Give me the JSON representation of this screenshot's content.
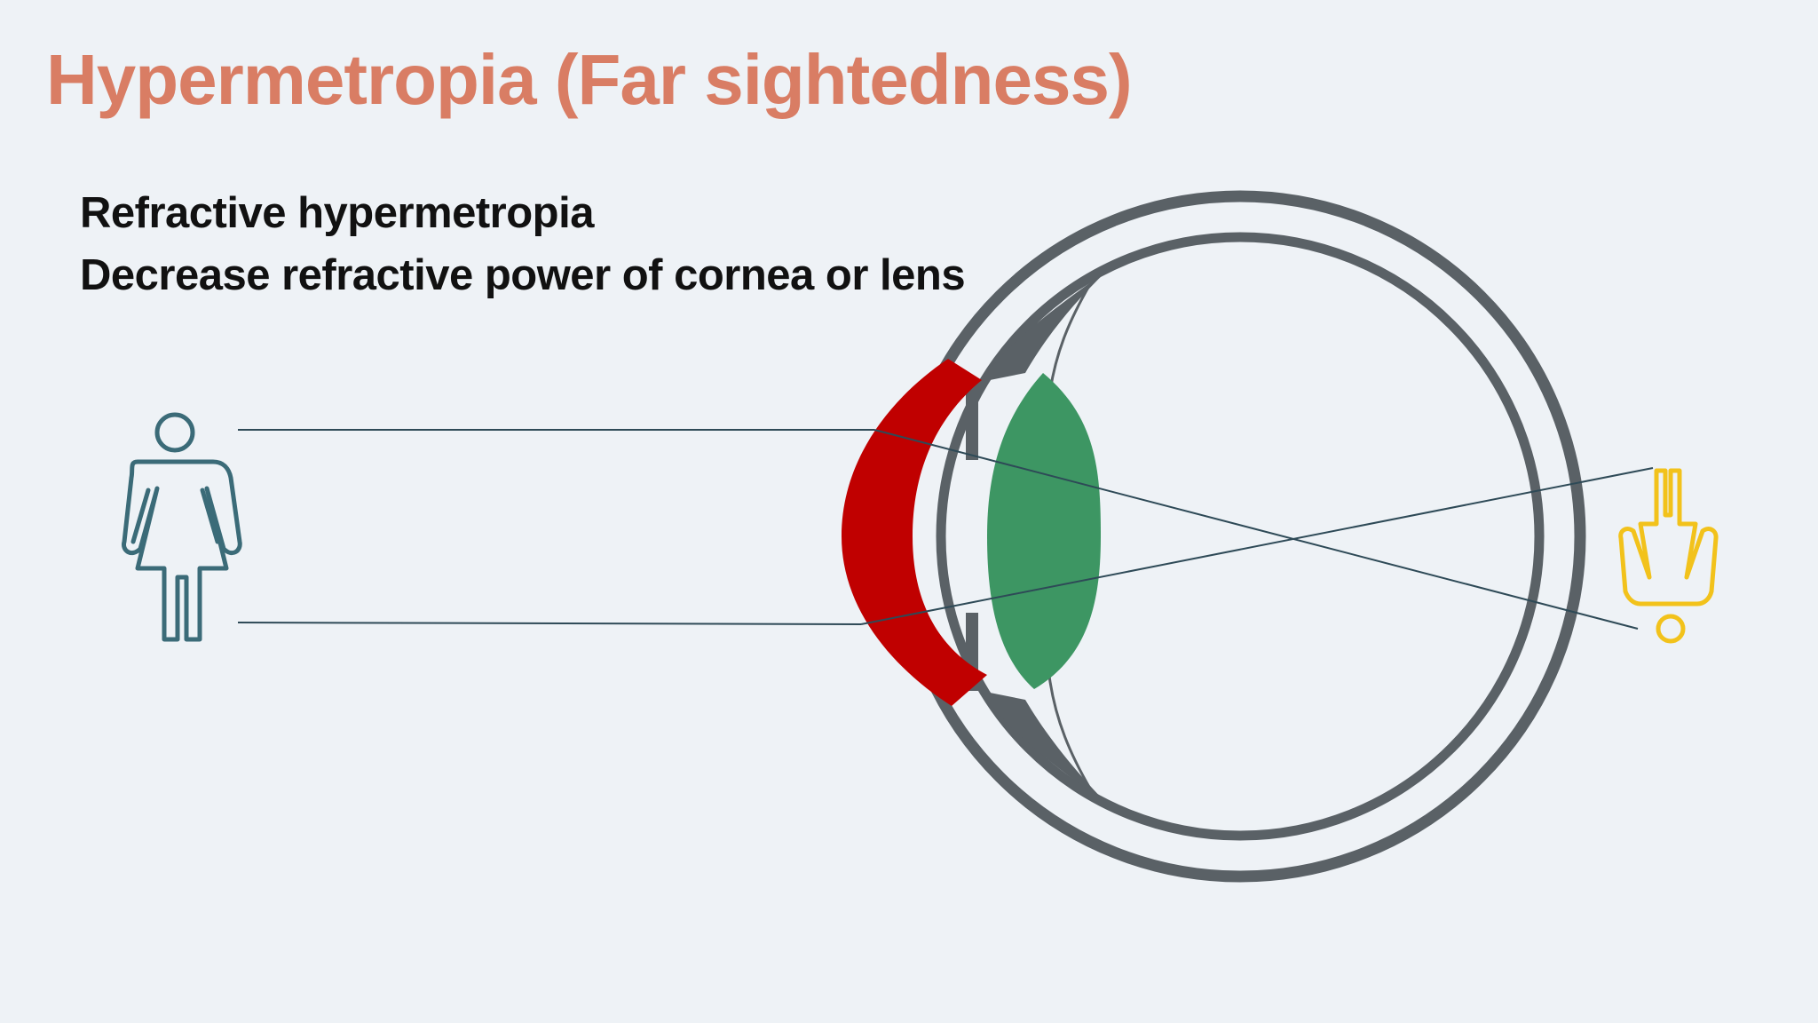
{
  "slide": {
    "title": "Hypermetropia (Far sightedness)",
    "subtitle_lines": [
      "Refractive hypermetropia",
      "Decrease refractive power of cornea or lens"
    ]
  },
  "colors": {
    "title": "#d97d64",
    "text": "#111111",
    "background": "#eef2f6",
    "eye_outline": "#5a6166",
    "cornea": "#c00000",
    "lens": "#3d9663",
    "object_figure": "#3b6b78",
    "image_figure": "#f2c21b",
    "light_ray": "#2e4a57"
  },
  "icons": {
    "object": "person-standing-icon",
    "image": "person-inverted-icon"
  }
}
